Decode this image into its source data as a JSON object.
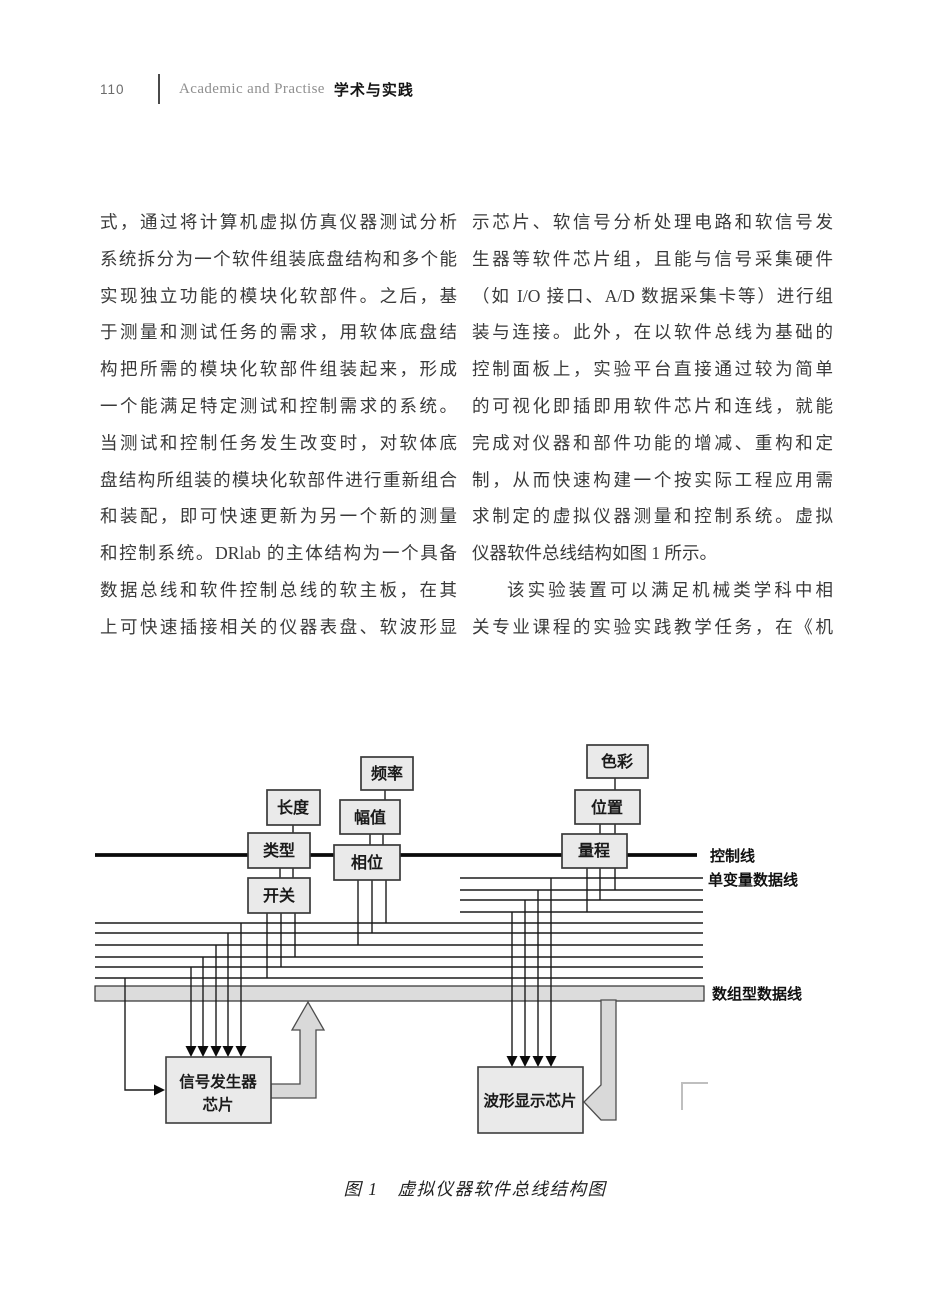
{
  "header": {
    "page_number": "110",
    "journal_en": "Academic and Practise",
    "journal_zh": "学术与实践"
  },
  "body": {
    "left_column": [
      "式，通过将计算机虚拟仿真仪器测试分析",
      "系统拆分为一个软件组装底盘结构和多个能",
      "实现独立功能的模块化软部件。之后，基",
      "于测量和测试任务的需求，用软体底盘结",
      "构把所需的模块化软部件组装起来，形成",
      "一个能满足特定测试和控制需求的系统。",
      "当测试和控制任务发生改变时，对软体底",
      "盘结构所组装的模块化软部件进行重新组合",
      "和装配，即可快速更新为另一个新的测量",
      "和控制系统。DRlab 的主体结构为一个具备",
      "数据总线和软件控制总线的软主板，在其",
      "上可快速插接相关的仪器表盘、软波形显"
    ],
    "right_column": [
      "示芯片、软信号分析处理电路和软信号发",
      "生器等软件芯片组，且能与信号采集硬件",
      "（如 I/O 接口、A/D 数据采集卡等）进行组",
      "装与连接。此外，在以软件总线为基础的",
      "控制面板上，实验平台直接通过较为简单",
      "的可视化即插即用软件芯片和连线，就能",
      "完成对仪器和部件功能的增减、重构和定",
      "制，从而快速构建一个按实际工程应用需",
      "求制定的虚拟仪器测量和控制系统。虚拟",
      "仪器软件总线结构如图 1 所示。",
      "该实验装置可以满足机械类学科中相",
      "关专业课程的实验实践教学任务，在《机"
    ]
  },
  "figure": {
    "caption": "图 1　虚拟仪器软件总线结构图",
    "param_boxes": {
      "pinlu": "频率",
      "changdu": "长度",
      "fuzhi": "幅值",
      "leixing": "类型",
      "xiangwei": "相位",
      "kaiguan": "开关",
      "secai": "色彩",
      "weizhi": "位置",
      "liangcheng": "量程"
    },
    "chips": {
      "generator_line1": "信号发生器",
      "generator_line2": "芯片",
      "display": "波形显示芯片"
    },
    "bus_labels": {
      "control": "控制线",
      "single_var": "单变量数据线",
      "array": "数组型数据线"
    },
    "colors": {
      "box_fill": "#eaeaea",
      "band_fill": "#dcdcdc",
      "arrow_fill": "#d9d9d9"
    }
  }
}
